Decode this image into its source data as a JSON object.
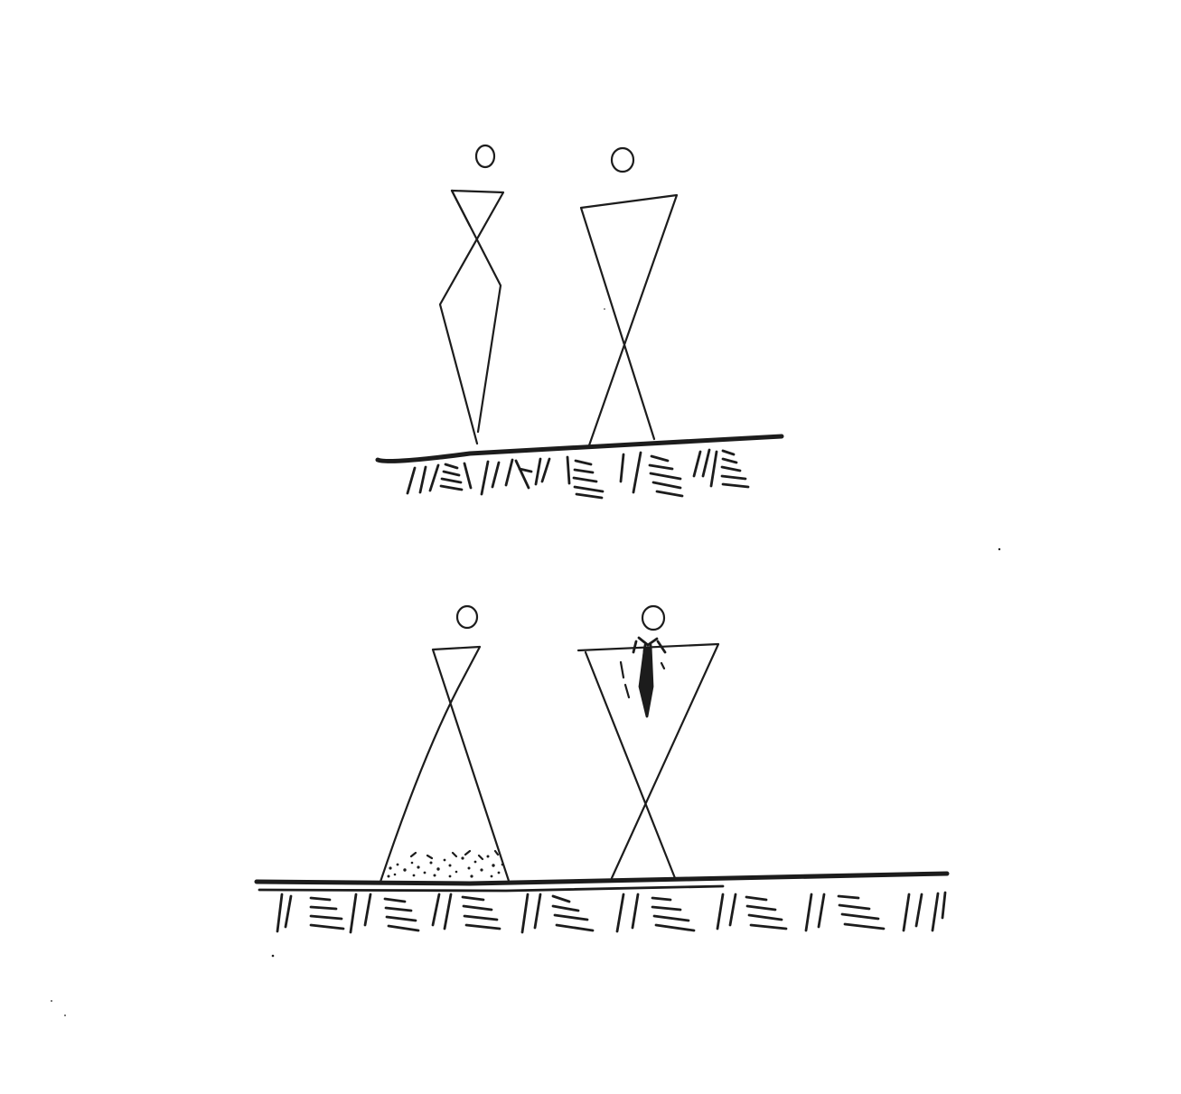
{
  "sketch": {
    "ink_color": "#1c1c1c",
    "background_color": "#ffffff",
    "panels": [
      {
        "name": "top-panel",
        "figures": [
          {
            "name": "slender-hourglass-figure",
            "description_icon": "stick-figure-icon"
          },
          {
            "name": "wide-shoulder-hourglass-figure",
            "description_icon": "stick-figure-icon"
          }
        ]
      },
      {
        "name": "bottom-panel",
        "figures": [
          {
            "name": "cone-dress-figure",
            "description_icon": "stick-figure-icon"
          },
          {
            "name": "inverted-triangle-suit-figure",
            "description_icon": "stick-figure-icon"
          }
        ]
      }
    ]
  }
}
